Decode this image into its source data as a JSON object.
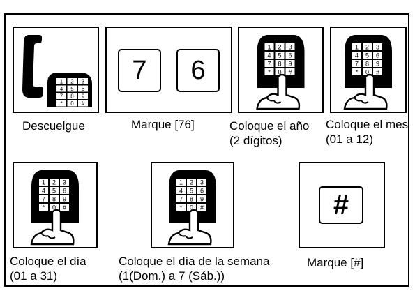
{
  "steps": [
    {
      "id": "1",
      "label_lines": [
        "Descuelgue"
      ],
      "icon": "handset-with-keypad-icon"
    },
    {
      "id": "2",
      "label_lines": [
        "Marque [76]"
      ],
      "icon": "digit-keys",
      "keys": [
        "7",
        "6"
      ]
    },
    {
      "id": "3",
      "label_lines": [
        "Coloque el año",
        "(2 dígitos)"
      ],
      "icon": "keypad-dial-icon"
    },
    {
      "id": "4",
      "label_lines": [
        "Coloque el mes",
        "(01 a 12)"
      ],
      "icon": "keypad-dial-icon"
    },
    {
      "id": "5",
      "label_lines": [
        "Coloque el día",
        "(01 a 31)"
      ],
      "icon": "keypad-dial-icon"
    },
    {
      "id": "6",
      "label_lines": [
        "Coloque el día de la semana",
        "(1(Dom.) a 7 (Sáb.))"
      ],
      "icon": "keypad-dial-icon"
    },
    {
      "id": "7",
      "label_lines": [
        "Marque [#]"
      ],
      "icon": "pound-key-icon",
      "key": "#"
    }
  ],
  "keypad_keys": [
    "1",
    "2",
    "3",
    "4",
    "5",
    "6",
    "7",
    "8",
    "9",
    "*",
    "0",
    "#"
  ]
}
